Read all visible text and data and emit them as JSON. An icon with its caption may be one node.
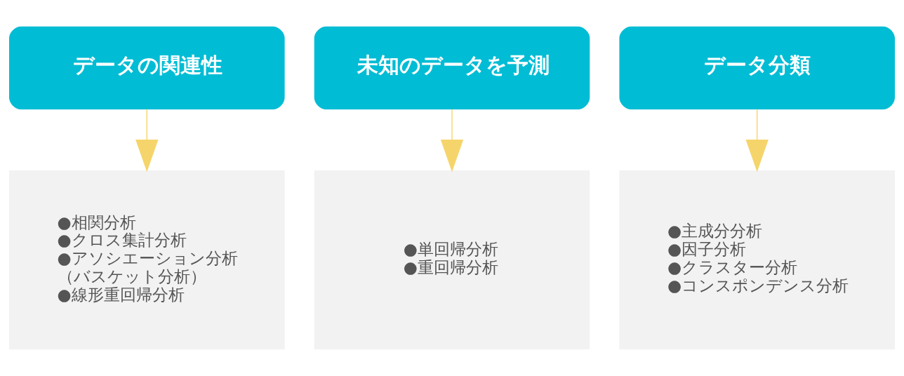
{
  "diagram": {
    "nodes": [
      {
        "text": [
          "データの関連性"
        ]
      },
      {
        "text": [
          "未知のデータを予測"
        ]
      },
      {
        "text": [
          "データ分類"
        ]
      },
      {
        "text": [
          "●相関分析",
          "●クロス集計分析",
          "●アソシエーション分析（バスケット分析）",
          "●線形重回帰分析"
        ]
      },
      {
        "text": [
          "●単回帰分析",
          "●重回帰分析"
        ]
      },
      {
        "text": [
          "●主成分分析",
          "●因子分析",
          "●クラスター分析",
          "●コンスポンデンス分析"
        ]
      }
    ],
    "edges": [
      {
        "from": 0,
        "to": 3,
        "arrow": "to"
      },
      {
        "from": 1,
        "to": 4,
        "arrow": "to"
      },
      {
        "from": 2,
        "to": 5,
        "arrow": "to"
      }
    ]
  }
}
